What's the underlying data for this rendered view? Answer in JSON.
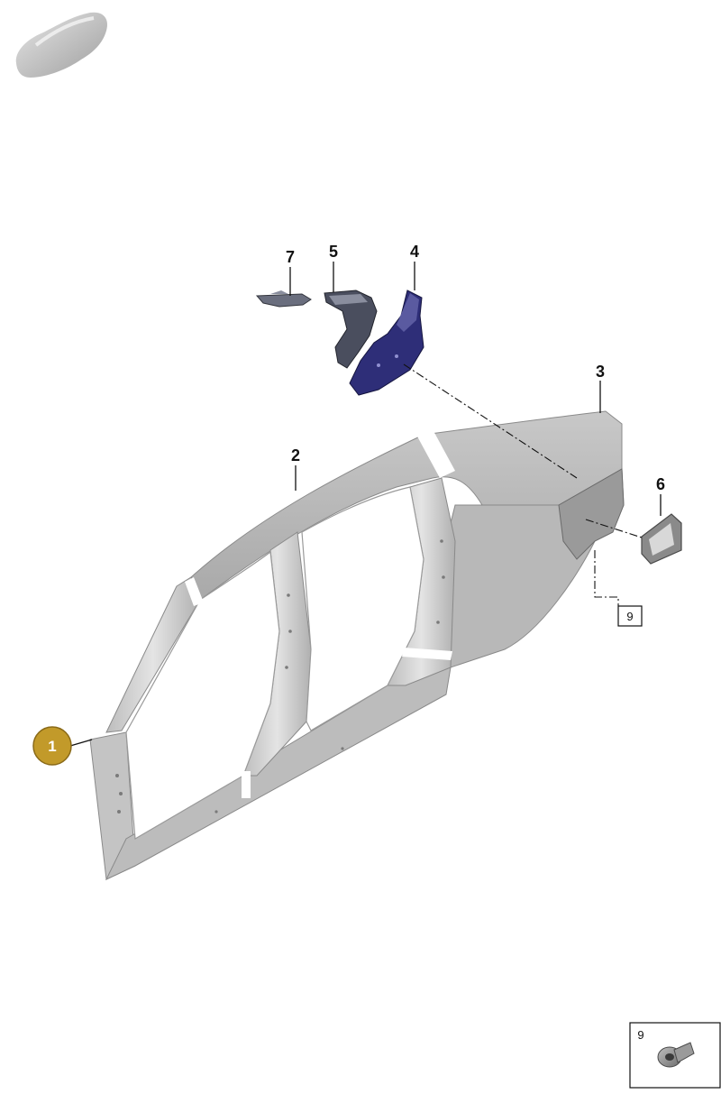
{
  "callouts": {
    "c1": "1",
    "c2": "2",
    "c3": "3",
    "c4": "4",
    "c5": "5",
    "c6": "6",
    "c7": "7",
    "c9_box": "9",
    "c9_inset": "9"
  },
  "colors": {
    "panel_light": "#d9d9d9",
    "panel_mid": "#bdbdbd",
    "panel_dark": "#8f8f8f",
    "bracket_dark": "#4a4e5e",
    "highlight_blue": "#2e2e78",
    "badge_gold": "#c29a2a",
    "line": "#111111"
  },
  "icons": {
    "thumbnail": "car-silhouette-icon",
    "fastener": "rivet-nut-icon"
  }
}
